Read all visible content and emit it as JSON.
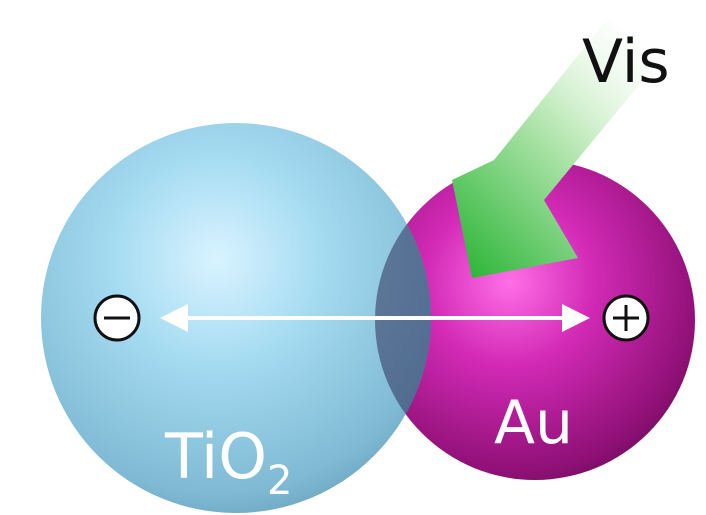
{
  "labels": {
    "tio2_main": "TiO",
    "tio2_subscript": "2",
    "au": "Au",
    "vis": "Vis"
  },
  "charges": {
    "left": {
      "symbol": "minus-icon"
    },
    "right": {
      "symbol": "plus-icon"
    }
  },
  "colors": {
    "tio2": "#8fcde6",
    "au": "#c81fa6",
    "arrow_light": "#4cc44f",
    "label_text": "#ffffff",
    "vis_text": "#111111"
  }
}
